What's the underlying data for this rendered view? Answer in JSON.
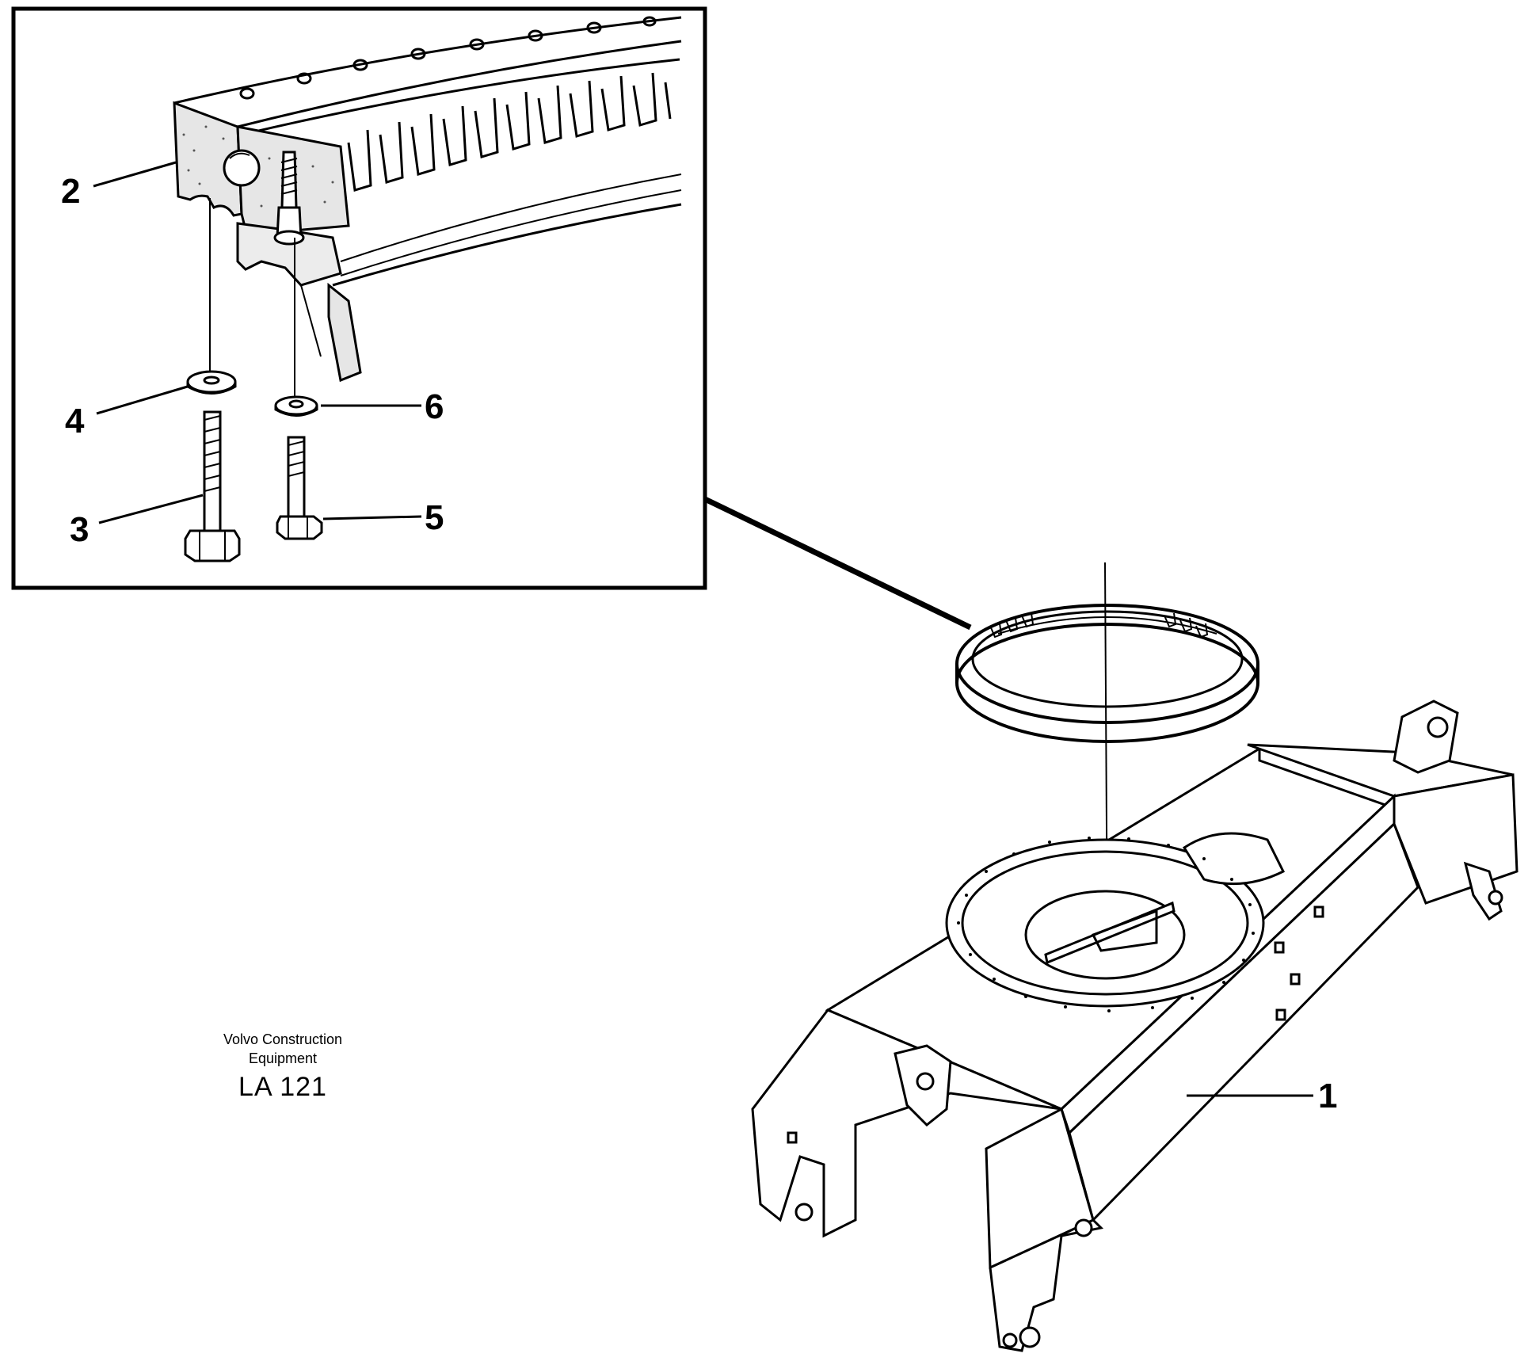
{
  "callouts": {
    "c1": "1",
    "c2": "2",
    "c3": "3",
    "c4": "4",
    "c5": "5",
    "c6": "6"
  },
  "credit": {
    "line1": "Volvo Construction",
    "line2": "Equipment",
    "code": "LA 121"
  }
}
